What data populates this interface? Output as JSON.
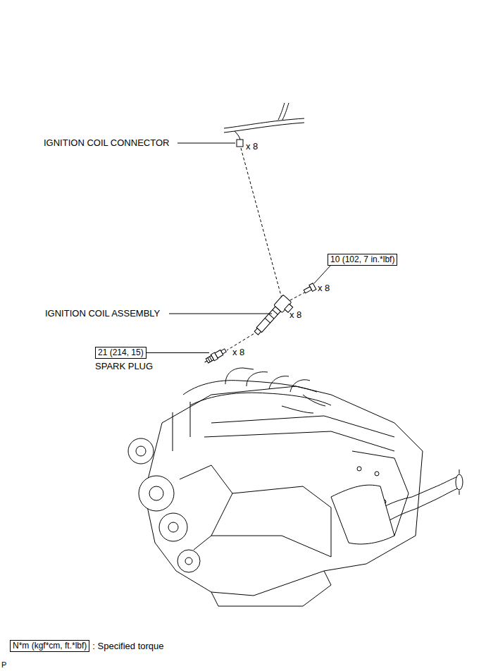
{
  "diagram": {
    "nodes": [
      {
        "text": [
          "10 (102, 7 in.*lbf)"
        ]
      },
      {
        "text": [
          "21 (214, 15)"
        ]
      },
      {
        "text": [
          "N*m (kgf*cm, ft.*lbf)"
        ]
      }
    ],
    "labels": [
      "IGNITION COIL CONNECTOR",
      "x 8",
      "x 8",
      "IGNITION COIL ASSEMBLY",
      "x 8",
      "x 8",
      "SPARK PLUG",
      "P"
    ],
    "legend": [
      {
        "text": ": Specified torque"
      }
    ]
  }
}
